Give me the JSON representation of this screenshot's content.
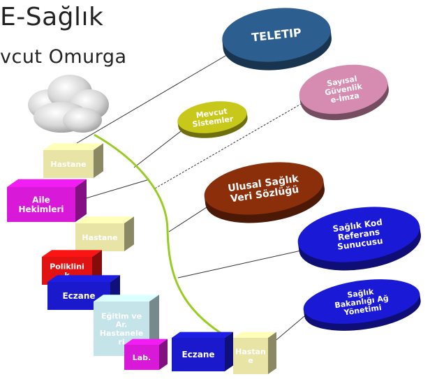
{
  "title": "E-Sağlık",
  "subtitle": "vcut Omurga",
  "ellipses": [
    {
      "id": "teletip",
      "lines": [
        "TELETIP"
      ],
      "color": "#2c5f8f"
    },
    {
      "id": "sayisal",
      "lines": [
        "Sayısal",
        "Güvenlik",
        "e-İmza"
      ],
      "color": "#d68bb0"
    },
    {
      "id": "mevcut",
      "lines": [
        "Mevcut",
        "Sistemler"
      ],
      "color": "#c8c81a"
    },
    {
      "id": "ulusal",
      "lines": [
        "Ulusal Sağlık",
        "Veri Sözlüğü"
      ],
      "color": "#8b2e0a"
    },
    {
      "id": "kod",
      "lines": [
        "Sağlık Kod",
        "Referans",
        "Sunucusu"
      ],
      "color": "#1a1ad6"
    },
    {
      "id": "bakanlik",
      "lines": [
        "Sağlık",
        "Bakanlığı Ağ",
        "Yönetimi"
      ],
      "color": "#1a1ad6"
    }
  ],
  "boxes": [
    {
      "id": "hastane1",
      "lines": [
        "Hastane"
      ],
      "color": "#e8e4a6"
    },
    {
      "id": "aile",
      "lines": [
        "Aile",
        "Hekimleri"
      ],
      "color": "#d81ad8"
    },
    {
      "id": "hastane2",
      "lines": [
        "Hastane"
      ],
      "color": "#e8e4a6"
    },
    {
      "id": "poliklinik",
      "lines": [
        "Poliklini",
        "k"
      ],
      "color": "#e01212"
    },
    {
      "id": "eczane1",
      "lines": [
        "Eczane"
      ],
      "color": "#1a1acc"
    },
    {
      "id": "egitim",
      "lines": [
        "Eğitim ve",
        "Ar.",
        "Hastanele",
        "ri"
      ],
      "color": "#c4e4ea"
    },
    {
      "id": "lab",
      "lines": [
        "Lab."
      ],
      "color": "#d81ad8"
    },
    {
      "id": "eczane2",
      "lines": [
        "Eczane"
      ],
      "color": "#1a1acc"
    },
    {
      "id": "hastane3",
      "lines": [
        "Hastan",
        "e"
      ],
      "color": "#e8e4a6"
    }
  ]
}
